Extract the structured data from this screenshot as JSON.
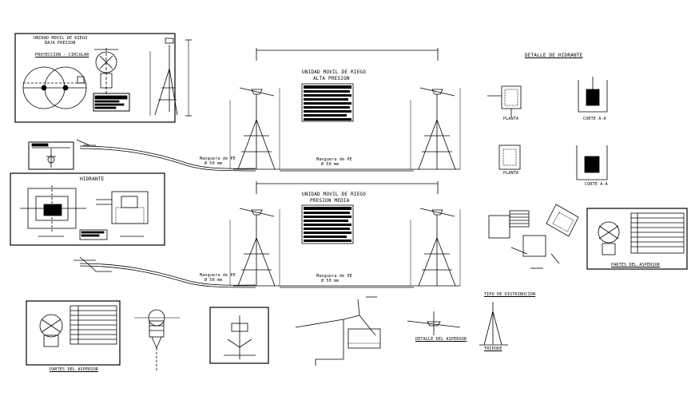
{
  "sheet": {
    "low_pressure_title": [
      "UNIDAD MOVIL DE RIEGO",
      "BAJA PRESION"
    ],
    "low_pressure_plan": "PROYECCION - CIRCULAR",
    "high_pressure_title": [
      "UNIDAD MOVIL DE RIEGO",
      "ALTA PRESION"
    ],
    "medium_pressure_title": [
      "UNIDAD MOVIL DE RIEGO",
      "PRESION MEDIA"
    ],
    "hose_label": [
      "Manguera de PE",
      "Ø 50 mm"
    ],
    "hydrant_detail_title": "DETALLE DE HIDRANTE",
    "hydrant_box_title": "HIDRANTE",
    "hydrant_plan_label": "PLANTA",
    "hydrant_cut_label": "CORTE A-A",
    "sprinkler_parts_label": "PARTES DEL ASPERSOR",
    "sprinkler_detail_label": "DETALLE DEL ASPERSOR",
    "support_label": "TRIPODE",
    "spacing_label": "TIPO DE DISTRIBUCION",
    "colors": {
      "line": "#000000",
      "background": "#ffffff"
    }
  }
}
